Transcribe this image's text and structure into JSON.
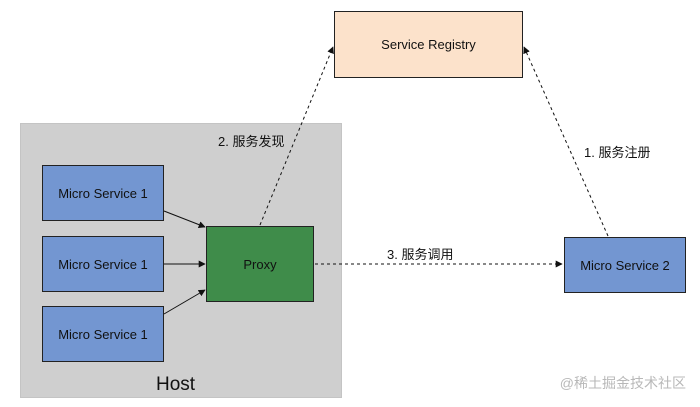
{
  "host": {
    "label": "Host"
  },
  "nodes": {
    "micro_service_a": "Micro Service 1",
    "micro_service_b": "Micro Service 1",
    "micro_service_c": "Micro Service 1",
    "proxy": "Proxy",
    "registry": "Service Registry",
    "micro_service_2": "Micro Service 2"
  },
  "edges": {
    "discover": "2. 服务发现",
    "register": "1. 服务注册",
    "invoke": "3. 服务调用"
  },
  "watermark": "@稀土掘金技术社区",
  "colors": {
    "micro_service": "#7396d1",
    "proxy": "#3f8c4a",
    "registry": "#fce2cb",
    "host_background": "#cfcfcf"
  }
}
